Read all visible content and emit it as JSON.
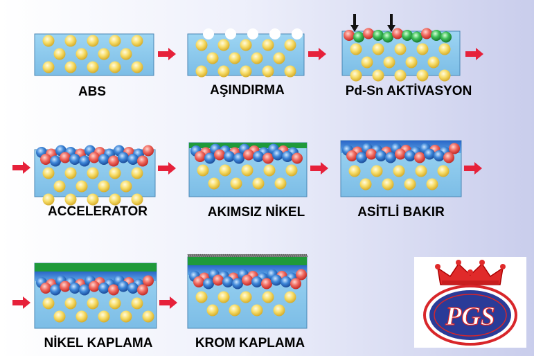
{
  "steps": [
    {
      "label": "ABS"
    },
    {
      "label": "AŞINDIRMA"
    },
    {
      "label": "Pd-Sn AKTİVASYON"
    },
    {
      "label": "ACCELERATOR"
    },
    {
      "label": "AKIMSIZ NİKEL"
    },
    {
      "label": "ASİTLİ BAKIR"
    },
    {
      "label": "NİKEL KAPLAMA"
    },
    {
      "label": "KROM KAPLAMA"
    }
  ],
  "logo": {
    "text": "PGS"
  },
  "colors": {
    "substrate": "#87c9ec",
    "particle": "#f6d75a",
    "arrow": "#e6213a",
    "nickel": "#1f9a3a",
    "copper": "#2f6fd0",
    "chrome": "#8c8c8c",
    "palladium": "#2fa548",
    "tin": "#e24f4a"
  },
  "icons": [
    "right-arrow-icon",
    "down-arrow-icon",
    "crown-icon"
  ]
}
